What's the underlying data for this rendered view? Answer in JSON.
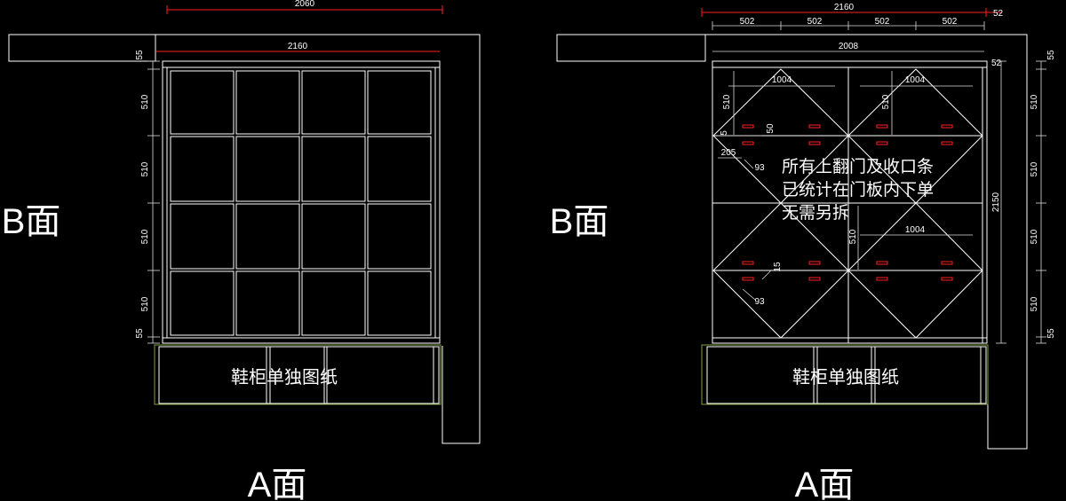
{
  "colors": {
    "background": "#000000",
    "line": "#ffffff",
    "accent": "#ff2020",
    "base_line": "#7fa040"
  },
  "left_view": {
    "top_dim_red": "2060",
    "width_dim": "2160",
    "height_dims": [
      "55",
      "510",
      "510",
      "510",
      "510",
      "55"
    ],
    "face_side": "B面",
    "face_front": "A面",
    "shoe_cabinet_label": "鞋柜单独图纸"
  },
  "right_view": {
    "top_dim_red": "2160",
    "top_dim_red_end": "52",
    "panel_dims": [
      "502",
      "502",
      "502",
      "502"
    ],
    "width_dim": "2008",
    "side_dim": "52",
    "door_dims": [
      "1004",
      "1004",
      "1004"
    ],
    "left_dims": [
      "510",
      "510",
      "510"
    ],
    "height_total": "2150",
    "right_dims": [
      "55",
      "510",
      "510",
      "510",
      "510",
      "55"
    ],
    "detail_dims": {
      "d5": "5",
      "d50": "50",
      "d205": "205",
      "d93a": "93",
      "d15": "15",
      "d93b": "93"
    },
    "note_lines": [
      "所有上翻门及收口条",
      "已统计在门板内下单",
      "无需另拆"
    ],
    "face_side": "B面",
    "face_front": "A面",
    "shoe_cabinet_label": "鞋柜单独图纸"
  }
}
